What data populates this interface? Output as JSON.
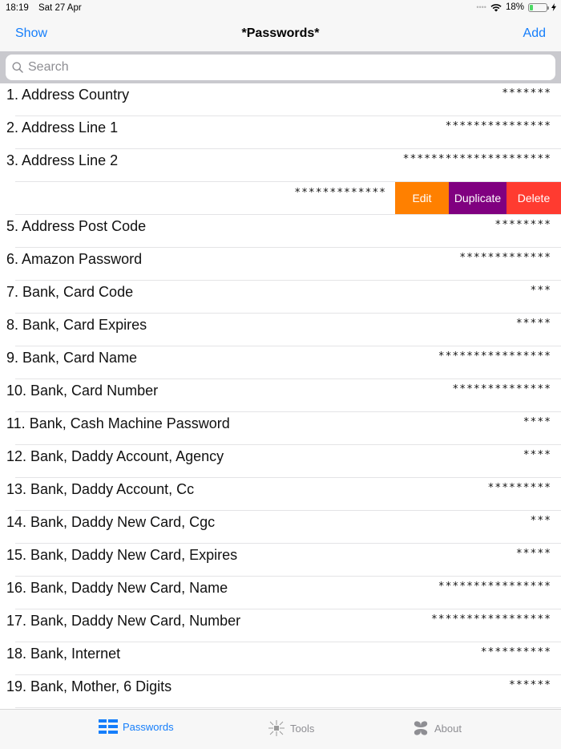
{
  "status_bar": {
    "time": "18:19",
    "date": "Sat 27 Apr",
    "battery_percent": "18%",
    "battery_color": "#4cd964"
  },
  "nav": {
    "left_button": "Show",
    "title": "*Passwords*",
    "right_button": "Add",
    "accent_color": "#157efb"
  },
  "search": {
    "placeholder": "Search",
    "value": ""
  },
  "rows": [
    {
      "name": "1. Address Country",
      "value": "*******"
    },
    {
      "name": "2. Address Line 1",
      "value": "***************"
    },
    {
      "name": "3. Address Line 2",
      "value": "*********************"
    },
    {
      "name": "",
      "value": "*************",
      "swiped": true
    },
    {
      "name": "5. Address Post Code",
      "value": "********"
    },
    {
      "name": "6. Amazon Password",
      "value": "*************"
    },
    {
      "name": "7. Bank, Card Code",
      "value": "***"
    },
    {
      "name": "8. Bank, Card Expires",
      "value": "*****"
    },
    {
      "name": "9. Bank, Card Name",
      "value": "****************"
    },
    {
      "name": "10. Bank, Card Number",
      "value": "**************"
    },
    {
      "name": "11. Bank, Cash Machine Password",
      "value": "****"
    },
    {
      "name": "12. Bank, Daddy Account, Agency",
      "value": "****"
    },
    {
      "name": "13. Bank, Daddy Account, Cc",
      "value": "*********"
    },
    {
      "name": "14. Bank, Daddy New Card, Cgc",
      "value": "***"
    },
    {
      "name": "15. Bank, Daddy New Card, Expires",
      "value": "*****"
    },
    {
      "name": "16. Bank, Daddy New Card, Name",
      "value": "****************"
    },
    {
      "name": "17. Bank, Daddy New Card, Number",
      "value": "*****************"
    },
    {
      "name": "18. Bank, Internet",
      "value": "**********"
    },
    {
      "name": "19. Bank, Mother, 6 Digits",
      "value": "******"
    }
  ],
  "swipe_actions": {
    "edit": {
      "label": "Edit",
      "color": "#ff8000"
    },
    "duplicate": {
      "label": "Duplicate",
      "color": "#800080"
    },
    "delete": {
      "label": "Delete",
      "color": "#ff3b30"
    }
  },
  "tabs": [
    {
      "label": "Passwords",
      "icon": "list-grid-icon",
      "active": true
    },
    {
      "label": "Tools",
      "icon": "tools-arrows-icon",
      "active": false
    },
    {
      "label": "About",
      "icon": "clover-icon",
      "active": false
    }
  ]
}
